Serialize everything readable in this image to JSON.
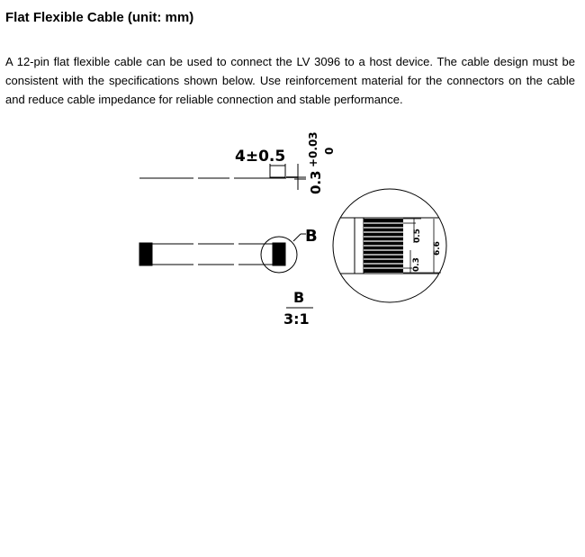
{
  "heading": "Flat Flexible Cable (unit: mm)",
  "description": "A 12-pin flat flexible cable can be used to connect the LV 3096 to a host device. The cable design must be consistent with the specifications shown below. Use reinforcement material for the connectors on the cable and reduce cable impedance for reliable connection and stable performance.",
  "drawing": {
    "stiffener_length": "4±0.5",
    "thickness": {
      "base": "0.3",
      "upper_tol": "+0.03",
      "lower_tol": "0"
    },
    "detail_label": "B",
    "detail_caption_letter": "B",
    "detail_scale": "3:1",
    "detail_dims": {
      "pitch": "0.5",
      "contact_width": "0.3",
      "total_width": "6.6"
    }
  }
}
